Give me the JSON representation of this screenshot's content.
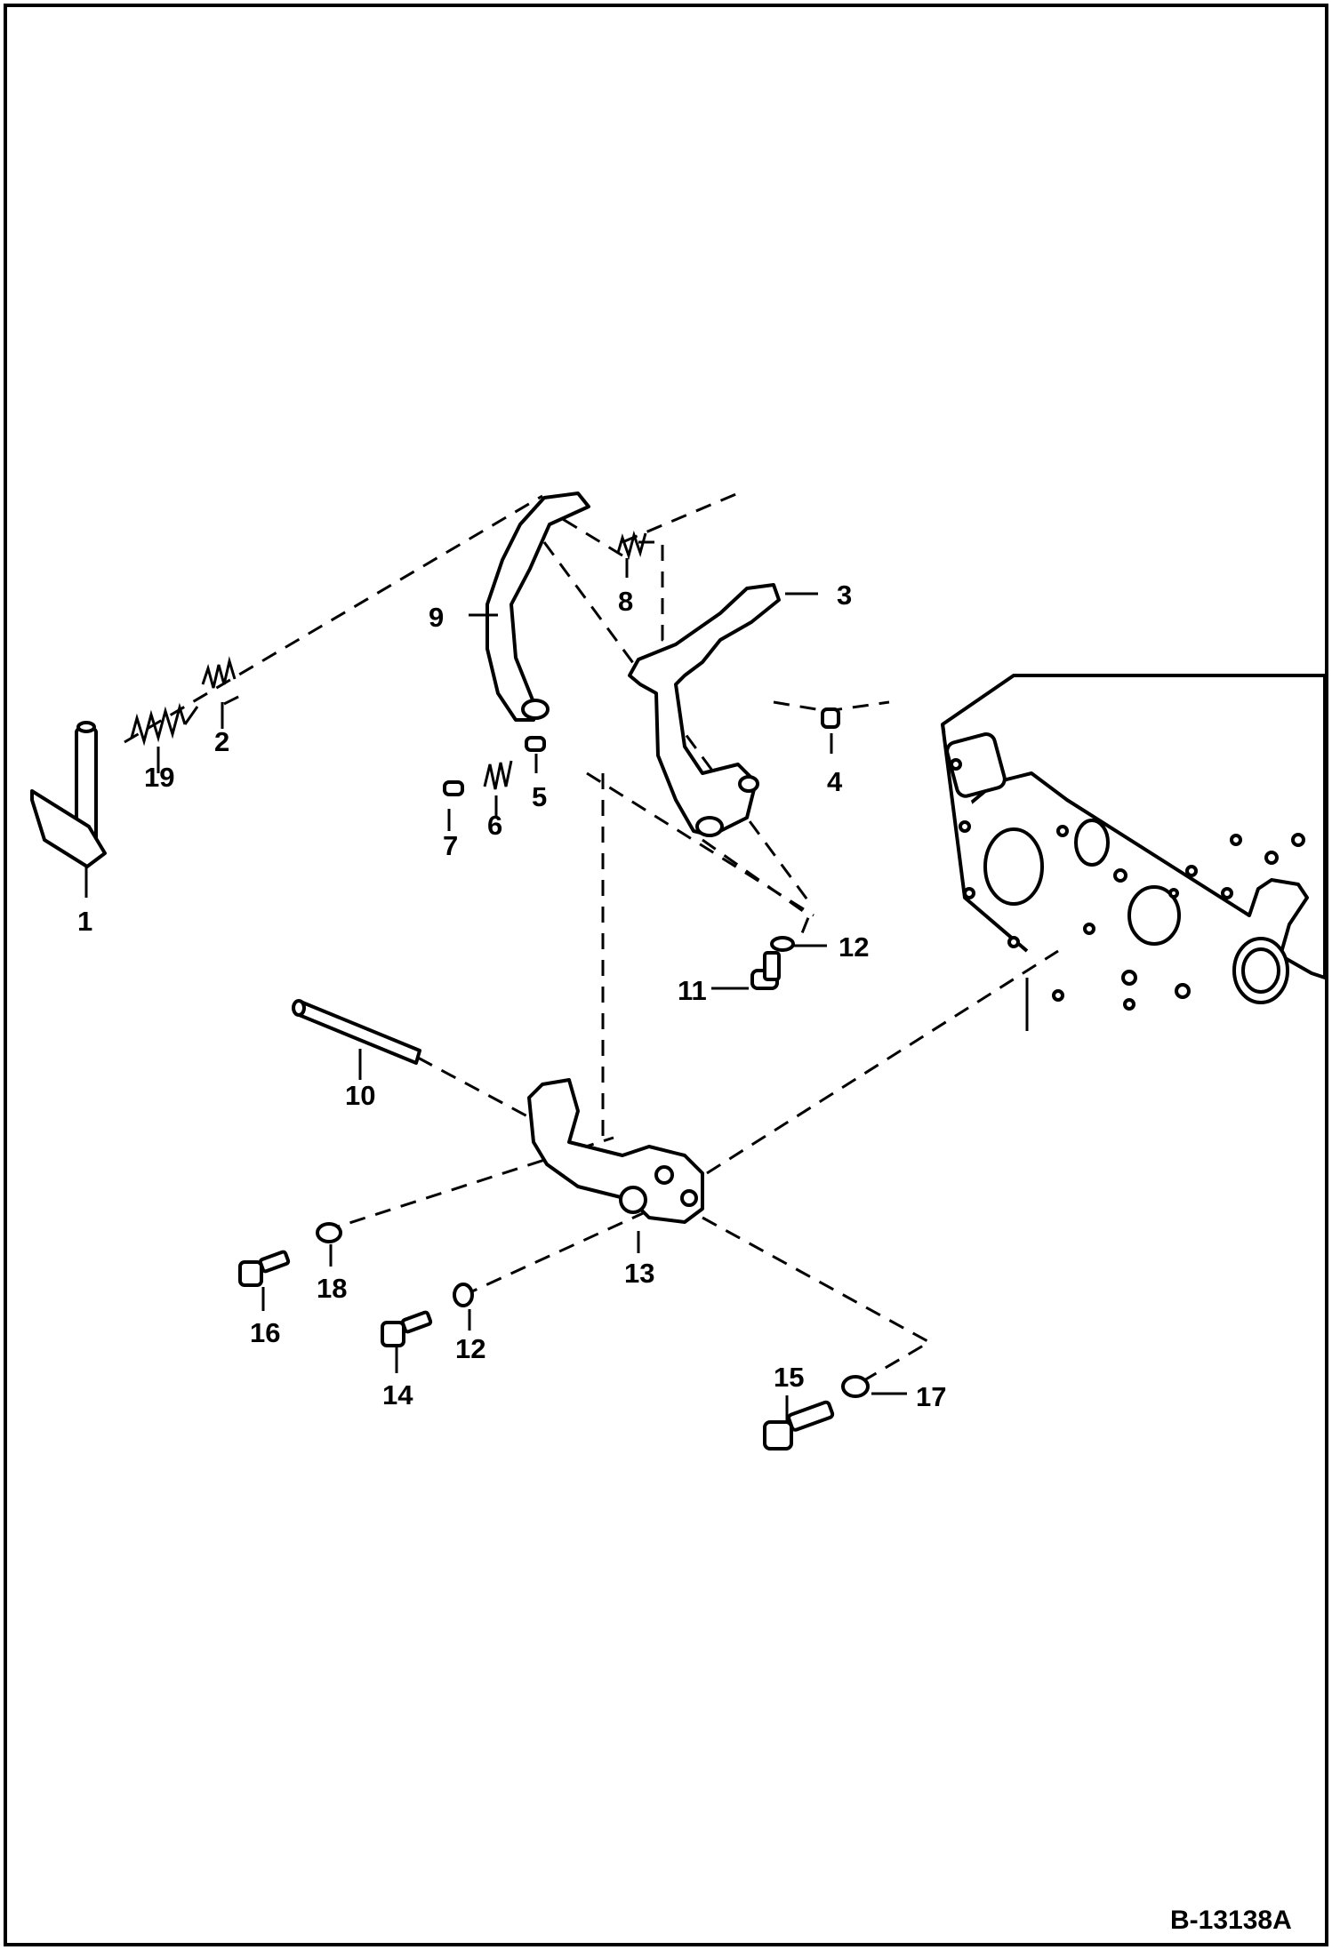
{
  "figure": {
    "reference_number": "B-13138A"
  },
  "callouts": [
    {
      "id": "c1",
      "text": "1"
    },
    {
      "id": "c2",
      "text": "2"
    },
    {
      "id": "c3",
      "text": "3"
    },
    {
      "id": "c4",
      "text": "4"
    },
    {
      "id": "c5",
      "text": "5"
    },
    {
      "id": "c6",
      "text": "6"
    },
    {
      "id": "c7",
      "text": "7"
    },
    {
      "id": "c8",
      "text": "8"
    },
    {
      "id": "c9",
      "text": "9"
    },
    {
      "id": "c10",
      "text": "10"
    },
    {
      "id": "c11",
      "text": "11"
    },
    {
      "id": "c12a",
      "text": "12"
    },
    {
      "id": "c12b",
      "text": "12"
    },
    {
      "id": "c13",
      "text": "13"
    },
    {
      "id": "c14",
      "text": "14"
    },
    {
      "id": "c15",
      "text": "15"
    },
    {
      "id": "c16",
      "text": "16"
    },
    {
      "id": "c17",
      "text": "17"
    },
    {
      "id": "c18",
      "text": "18"
    },
    {
      "id": "c19",
      "text": "19"
    }
  ]
}
